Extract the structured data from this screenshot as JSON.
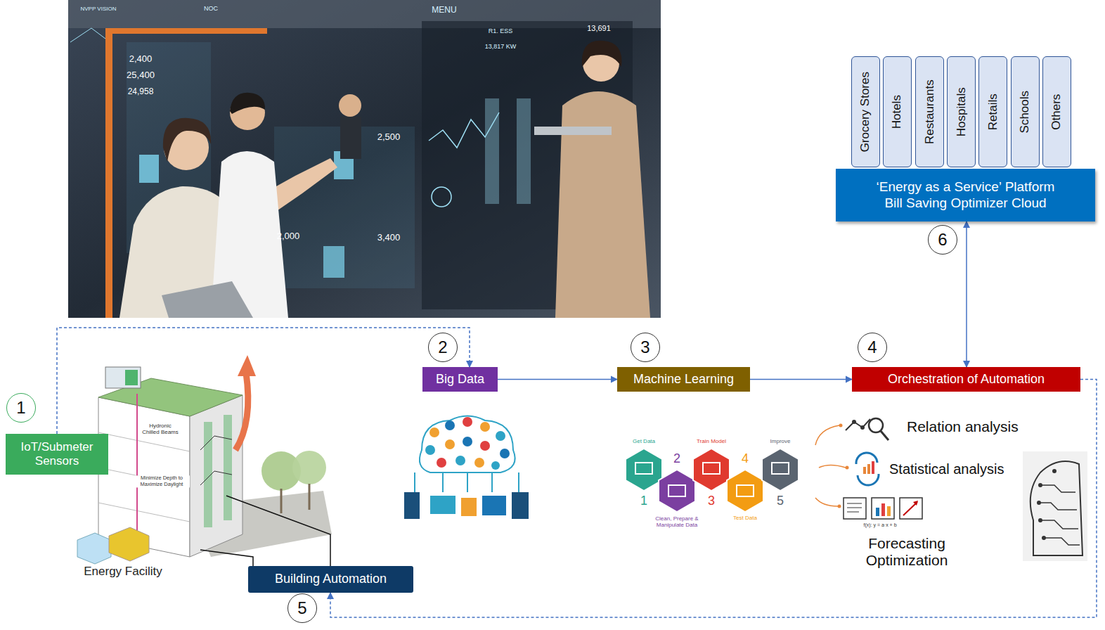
{
  "diagram": {
    "nodes": [
      {
        "text": [
          "IoT/Submeter Sensors"
        ]
      },
      {
        "text": [
          "Big Data"
        ]
      },
      {
        "text": [
          "Machine Learning"
        ]
      },
      {
        "text": [
          "Orchestration of Automation"
        ]
      },
      {
        "text": [
          "Building Automation"
        ]
      },
      {
        "text": [
          "‘Energy as a Service’ Platform Bill Saving Optimizer Cloud"
        ]
      },
      {
        "text": [
          "Grocery Stores"
        ]
      },
      {
        "text": [
          "Hotels"
        ]
      },
      {
        "text": [
          "Restaurants"
        ]
      },
      {
        "text": [
          "Hospitals"
        ]
      },
      {
        "text": [
          "Retails"
        ]
      },
      {
        "text": [
          "Schools"
        ]
      },
      {
        "text": [
          "Others"
        ]
      }
    ],
    "edges": [
      {
        "from": 0,
        "to": 1,
        "arrow": "to"
      },
      {
        "from": 1,
        "to": 2,
        "arrow": "to"
      },
      {
        "from": 2,
        "to": 3,
        "arrow": "to"
      },
      {
        "from": 3,
        "to": 5,
        "arrow": "both"
      },
      {
        "from": 3,
        "to": 4,
        "arrow": "to"
      }
    ],
    "labels": [
      "1",
      "2",
      "3",
      "4",
      "5",
      "6",
      "Energy Facility",
      "Hydronic Chilled Beams",
      "Minimize Depth to Maximize Daylight",
      "Get Data",
      "Train Model",
      "Improve",
      "Clean, Prepare & Manipulate Data",
      "Test Data",
      "1",
      "2",
      "3",
      "4",
      "5",
      "Relation analysis",
      "Statistical analysis",
      "Forecasting Optimization",
      "f(x): y = a·x + b",
      "NVPP VISION",
      "NOC",
      "MENU",
      "R1. ESS",
      "13,817 KW",
      "2,400",
      "25,400",
      "24,958",
      "2,500",
      "3,400",
      "2,000",
      "13,691"
    ]
  }
}
